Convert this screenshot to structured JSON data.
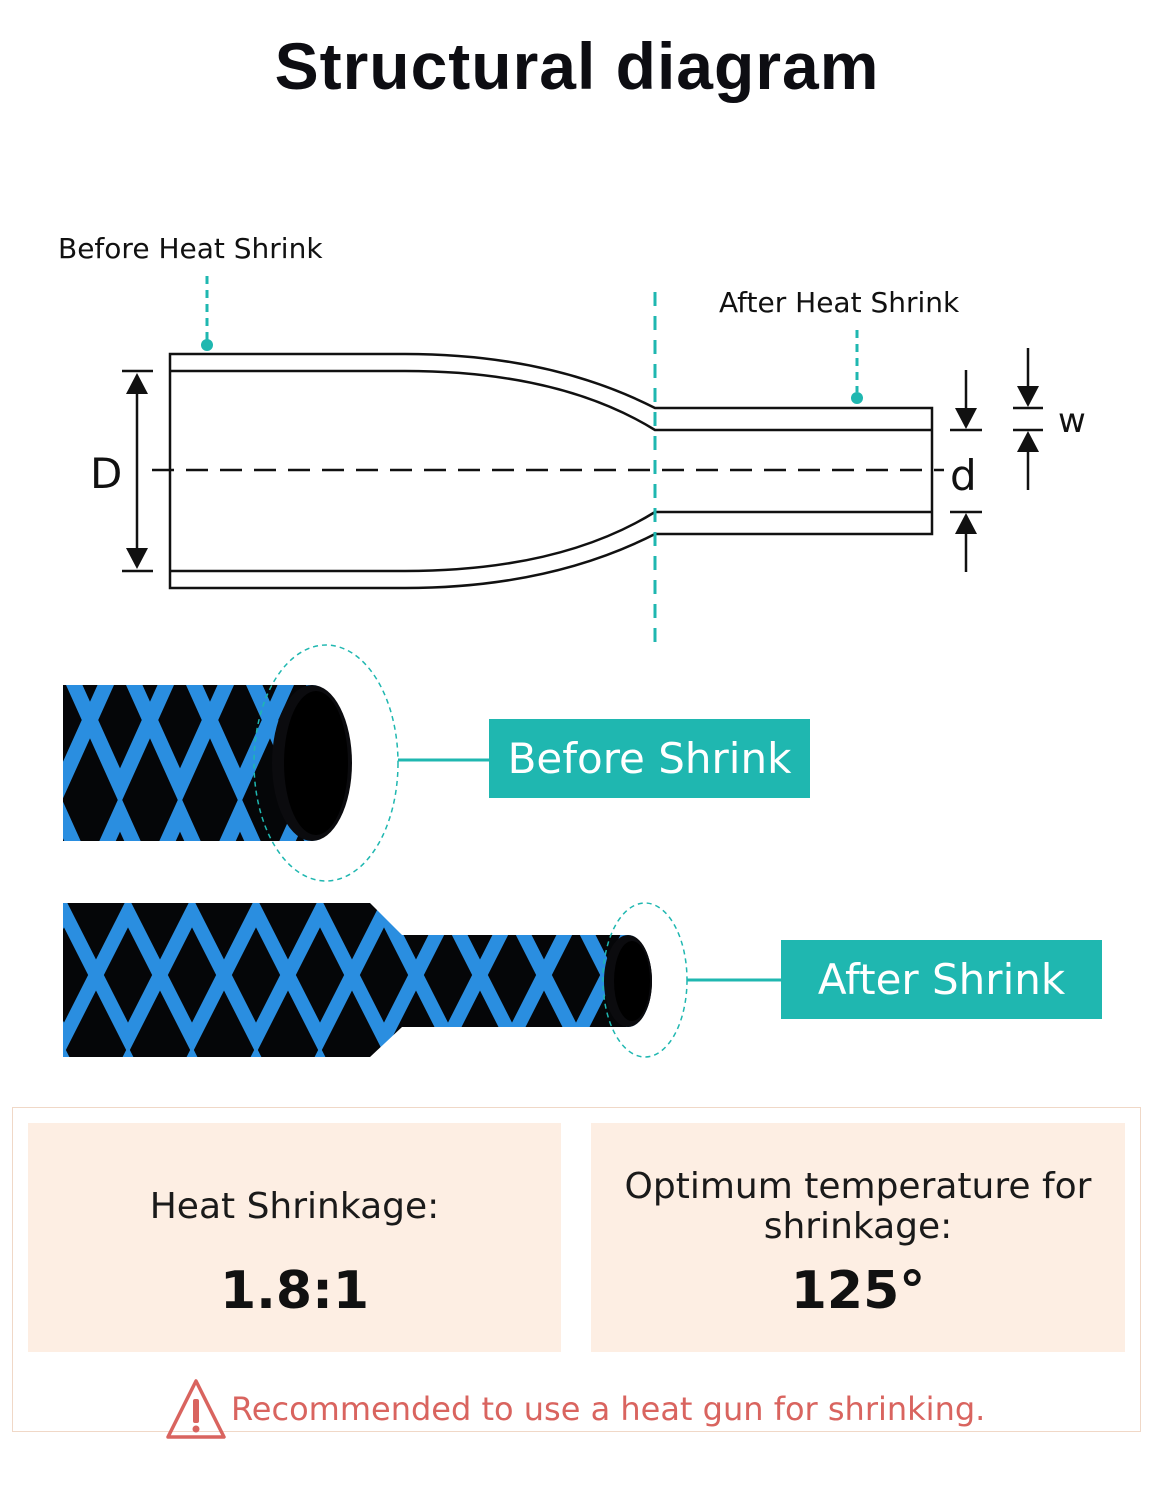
{
  "title": "Structural diagram",
  "diagram": {
    "before_heat_shrink_label": "Before Heat Shrink",
    "after_heat_shrink_label": "After Heat Shrink",
    "dim_D": "D",
    "dim_d": "d",
    "dim_w": "w"
  },
  "photos": {
    "before_tag": "Before Shrink",
    "after_tag": "After Shrink"
  },
  "specs": {
    "heat_shrinkage_label": "Heat Shrinkage:",
    "heat_shrinkage_value": "1.8:1",
    "temperature_label_line1": "Optimum temperature for",
    "temperature_label_line2": "shrinkage:",
    "temperature_value": "125°"
  },
  "warning": {
    "icon": "warning-triangle-icon",
    "text": "Recommended to use a heat gun for shrinking."
  },
  "colors": {
    "teal": "#1fb7b0",
    "sleeve_pattern_blue": "#2a8ee0",
    "card_background": "#fdeee3",
    "warning_red": "#d9645f"
  }
}
